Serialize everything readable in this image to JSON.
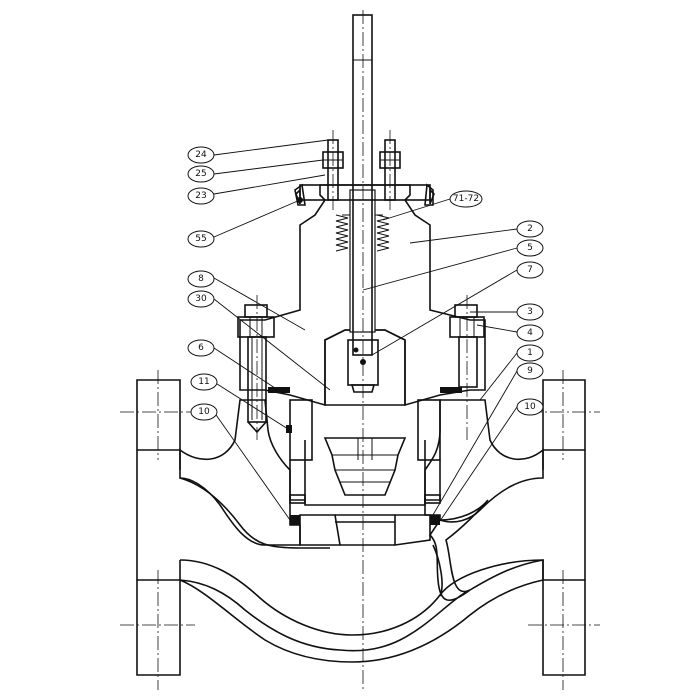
{
  "callouts": [
    {
      "id": "c24",
      "label": "24"
    },
    {
      "id": "c25",
      "label": "25"
    },
    {
      "id": "c23",
      "label": "23"
    },
    {
      "id": "c55",
      "label": "55"
    },
    {
      "id": "c8",
      "label": "8"
    },
    {
      "id": "c30",
      "label": "30"
    },
    {
      "id": "c6",
      "label": "6"
    },
    {
      "id": "c11",
      "label": "11"
    },
    {
      "id": "c10l",
      "label": "10"
    },
    {
      "id": "c7172",
      "label": "71-72"
    },
    {
      "id": "c2",
      "label": "2"
    },
    {
      "id": "c5",
      "label": "5"
    },
    {
      "id": "c7",
      "label": "7"
    },
    {
      "id": "c3",
      "label": "3"
    },
    {
      "id": "c4",
      "label": "4"
    },
    {
      "id": "c1",
      "label": "1"
    },
    {
      "id": "c9",
      "label": "9"
    },
    {
      "id": "c10r",
      "label": "10"
    }
  ],
  "colors": {
    "line": "#111111",
    "background": "#ffffff"
  }
}
